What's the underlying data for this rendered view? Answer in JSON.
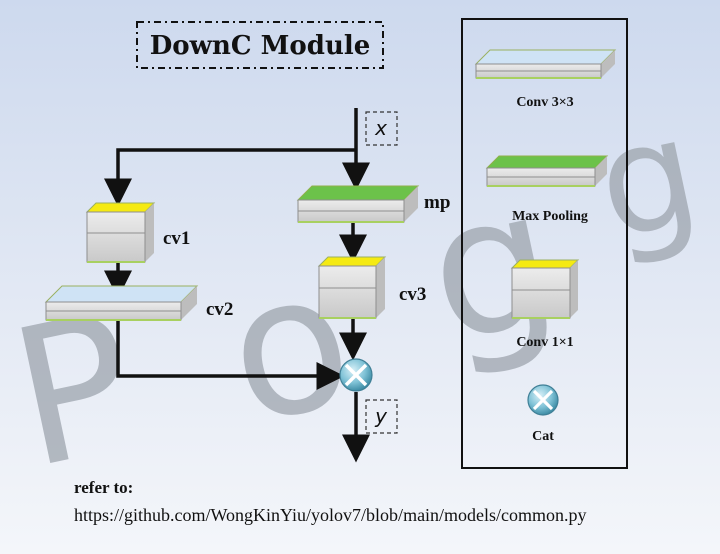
{
  "title": "DownC Module",
  "input_label": "x",
  "output_label": "y",
  "nodes": {
    "cv1": "cv1",
    "cv2": "cv2",
    "cv3": "cv3",
    "mp": "mp"
  },
  "legend": {
    "conv3": "Conv 3×3",
    "maxpool": "Max Pooling",
    "conv1": "Conv 1×1",
    "cat": "Cat"
  },
  "watermark": [
    "P",
    "o",
    "g",
    "g"
  ],
  "reference": {
    "title": "refer to:",
    "url": "https://github.com/WongKinYiu/yolov7/blob/main/models/common.py"
  },
  "colors": {
    "conv3_top": "#cfe3f5",
    "maxpool_top": "#6cc24a",
    "conv1_top": "#f5ea12",
    "block_side": "#dddddd",
    "cat_fill": "#7fc2d6"
  }
}
